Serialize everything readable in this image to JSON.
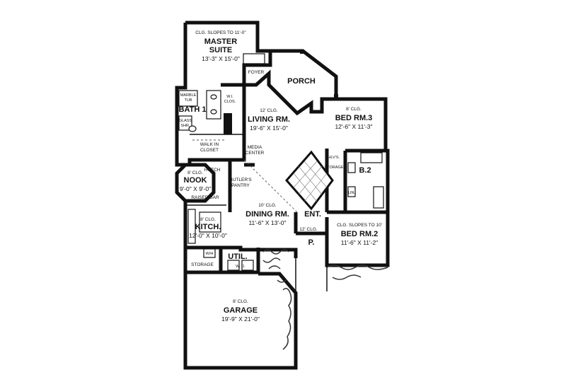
{
  "rooms": {
    "master": {
      "note": "CLG. SLOPES TO 11'-0\"",
      "name1": "MASTER",
      "name2": "SUITE",
      "dims": "13'-3\" X 15'-0\""
    },
    "living": {
      "note": "12' CLG.",
      "name": "LIVING RM.",
      "dims": "19'-6\" X 15'-0\""
    },
    "bed3": {
      "note": "8' CLG.",
      "name": "BED RM.3",
      "dims": "12'-6\" X 11'-3\""
    },
    "bed2": {
      "note": "CLG. SLOPES TO 10'",
      "name": "BED RM.2",
      "dims": "11'-6\" X 11'-2\""
    },
    "nook": {
      "note": "8' CLG.",
      "name": "NOOK",
      "dims": "9'-0\" X 9'-0\""
    },
    "dining": {
      "note": "10' CLG.",
      "name": "DINING RM.",
      "dims": "11'-6\" X 13'-0\""
    },
    "kitchen": {
      "note": "8' CLG.",
      "name": "KITCH.",
      "dims": "12'-0\" X 10'-0\""
    },
    "garage": {
      "note": "8' CLG.",
      "name": "GARAGE",
      "dims": "19'-9\" X 21'-0\""
    }
  },
  "labels": {
    "porch": "PORCH",
    "foyer": "FOYER",
    "bath1": "BATH 1",
    "marble_tub": "MARBLE",
    "marble_tub2": "TUB",
    "glass_shr": "GLASS",
    "glass_shr2": "SHR.",
    "wi_clos": "W.I.",
    "wi_clos2": "CLOS.",
    "walk_in": "WALK IN",
    "walk_in2": "CLOSET",
    "media": "MEDIA",
    "media2": "CENTER",
    "hutch": "HUTCH",
    "butlers": "BUTLER'S",
    "butlers2": "PANTRY",
    "raised_bar": "RAISED BAR",
    "ent": "ENT.",
    "ent_clg": "12' CLG.",
    "p": "P.",
    "shlvs": "SHLV'S.",
    "storage_hall": "STORAGE",
    "b2": "B.2",
    "lin": "LIN.",
    "util": "UTIL.",
    "wd": "W.   D.",
    "wh": "W/H",
    "storage_garage": "STORAGE"
  }
}
